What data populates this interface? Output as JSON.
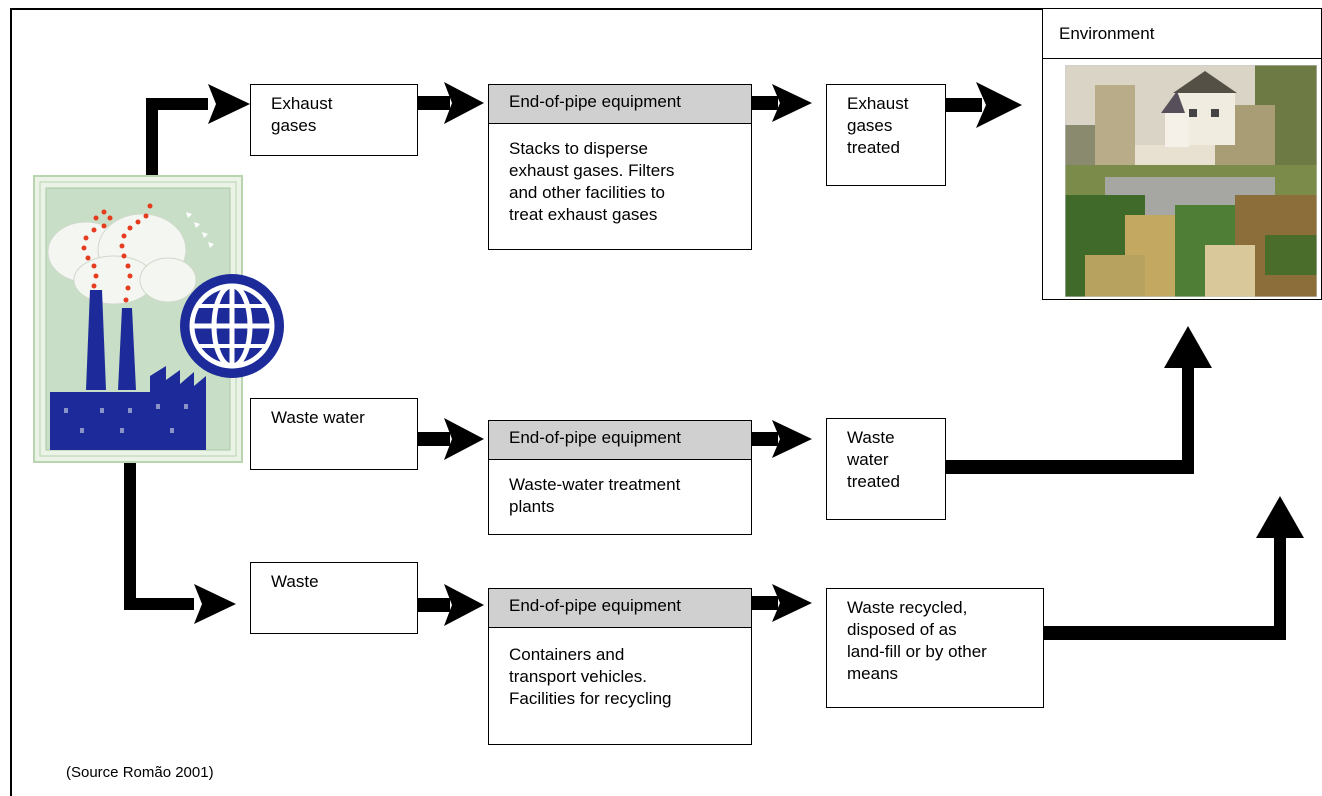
{
  "inputs": {
    "exhaust": "Exhaust gases",
    "exhaust_lines": [
      "Exhaust",
      "gases"
    ],
    "waste_water": "Waste water",
    "waste": "Waste"
  },
  "equipment": {
    "header": "End-of-pipe equipment",
    "row1_lines": [
      "Stacks to disperse",
      "exhaust gases. Filters",
      "and other facilities to",
      "treat exhaust gases"
    ],
    "row2_lines": [
      "Waste-water treatment",
      "plants"
    ],
    "row3_lines": [
      "Containers and",
      "transport vehicles.",
      "Facilities for recycling"
    ]
  },
  "outputs": {
    "row1_lines": [
      "Exhaust",
      "gases",
      "treated"
    ],
    "row2_lines": [
      "Waste",
      "water",
      "treated"
    ],
    "row3_lines": [
      "Waste recycled,",
      "disposed of as",
      "land-fill or by other",
      "means"
    ]
  },
  "environment": {
    "title": "Environment"
  },
  "source": "(Source Romão 2001)",
  "icons": [
    "factory-illustration",
    "globe-icon",
    "landscape-illustration",
    "flow-arrow"
  ]
}
